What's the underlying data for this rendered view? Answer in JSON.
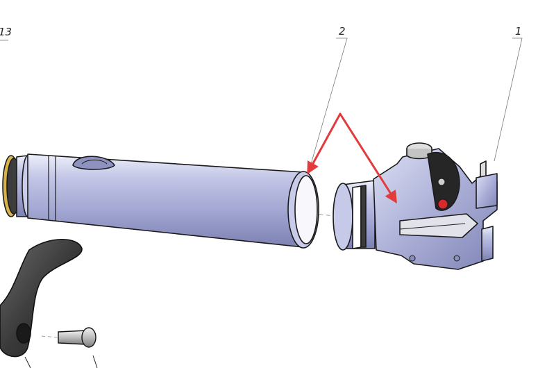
{
  "callouts": [
    {
      "label": "13"
    },
    {
      "label": "2"
    },
    {
      "label": "1"
    }
  ],
  "colors": {
    "metal": "#a9add6",
    "metal_light": "#d9dcf2",
    "metal_dark": "#6c709c",
    "outline": "#1a1a1a",
    "handle": "#3c3c3c",
    "arrow": "#e23b3b",
    "brass": "#d8b24a"
  }
}
